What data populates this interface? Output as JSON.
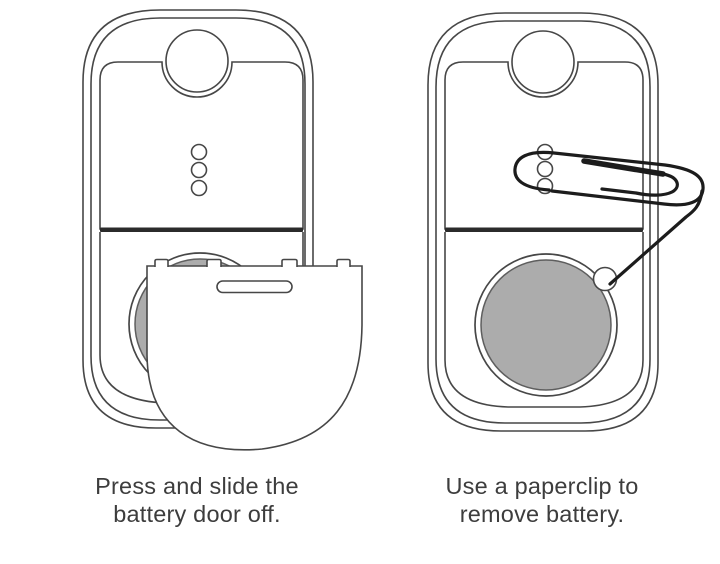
{
  "diagram": {
    "kind": "battery-removal-instructions",
    "figures": [
      {
        "name": "press-slide-door",
        "parts": [
          "device-body",
          "power-button",
          "led-dots",
          "battery",
          "battery-door",
          "door-slot",
          "door-tabs"
        ],
        "caption": {
          "line1": "Press and slide the",
          "line2": "battery door off."
        }
      },
      {
        "name": "paperclip-remove",
        "parts": [
          "device-body",
          "power-button",
          "led-dots",
          "battery",
          "battery-notch",
          "paperclip"
        ],
        "caption": {
          "line1": "Use a paperclip to",
          "line2": "remove battery."
        }
      }
    ],
    "colors": {
      "background": "#ffffff",
      "line_art": "#474747",
      "divider_bar": "#2b2b2b",
      "battery_fill": "#acacac",
      "paperclip": "#1c1c1c",
      "caption_text": "#3d3d3d"
    }
  }
}
